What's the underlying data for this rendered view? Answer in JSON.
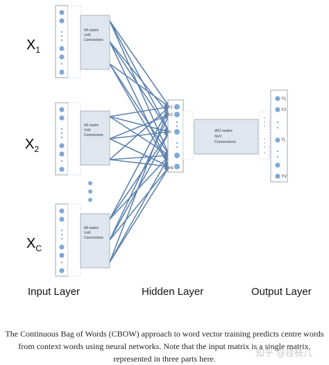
{
  "inputs": [
    {
      "base": "X",
      "sub": "1"
    },
    {
      "base": "X",
      "sub": "2"
    },
    {
      "base": "X",
      "sub": "C"
    }
  ],
  "wi_box": {
    "line1": "WI matrix",
    "line2": "VxN",
    "line3": "Connections"
  },
  "wo_box": {
    "line1": "WO matrix",
    "line2": "NxV",
    "line3": "Connections"
  },
  "hidden_node_labels": [
    "h1",
    "h2",
    "hi",
    "hN"
  ],
  "output_node_labels": [
    "Y1",
    "Y2",
    "Yj",
    "YV"
  ],
  "layer_labels": {
    "input": "Input Layer",
    "hidden": "Hidden Layer",
    "output": "Output Layer"
  },
  "caption": {
    "line1": "The Continuous Bag of Words (CBOW) approach to word vector training predicts centre words",
    "line2": "from context words using neural networks. Note that the input matrix is a single matrix,",
    "line3": "represented in three parts here."
  },
  "watermark": "知乎 @挂枝儿",
  "colors": {
    "node": "#7fa8d6",
    "arrow": "#5d82b0",
    "box_fill": "#dfe6ef",
    "column_border": "#9aa4b1"
  }
}
